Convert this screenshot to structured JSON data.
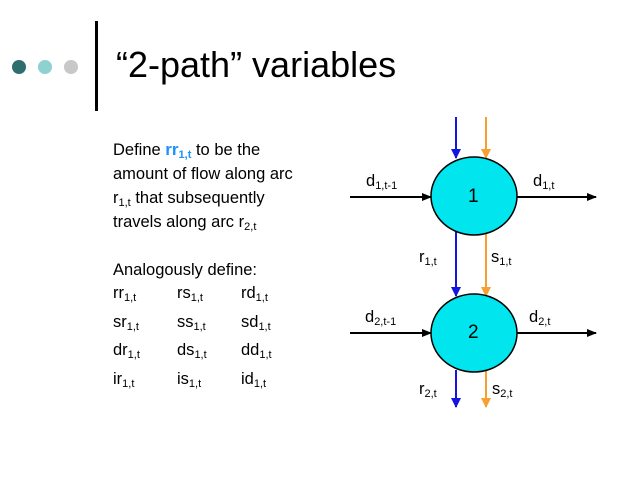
{
  "colors": {
    "dot1": "#2e6e6e",
    "dot2": "#8fd0d0",
    "dot3": "#c8c8c8",
    "node_fill": "#00e5ee",
    "arrow_black": "#000000",
    "arrow_blue": "#1515e0",
    "arrow_orange": "#f5a030",
    "highlight": "#1e90ff"
  },
  "title": "“2-path” variables",
  "definition": {
    "word_define": "Define",
    "var_main": "rr",
    "var_sub": "1,t",
    "line1_rest": "to be the",
    "line2": "amount of flow along arc",
    "line3_arc": "r",
    "line3_arc_sub": "1,t",
    "line3_rest": "that subsequently",
    "line4_pre": "travels along arc r",
    "line4_sub": "2,t"
  },
  "analog": {
    "heading": "Analogously define:",
    "rows": [
      [
        {
          "v": "rr",
          "s": "1,t"
        },
        {
          "v": "rs",
          "s": "1,t"
        },
        {
          "v": "rd",
          "s": "1,t"
        }
      ],
      [
        {
          "v": "sr",
          "s": "1,t"
        },
        {
          "v": "ss",
          "s": "1,t"
        },
        {
          "v": "sd",
          "s": "1,t"
        }
      ],
      [
        {
          "v": "dr",
          "s": "1,t"
        },
        {
          "v": "ds",
          "s": "1,t"
        },
        {
          "v": "dd",
          "s": "1,t"
        }
      ],
      [
        {
          "v": "ir",
          "s": "1,t"
        },
        {
          "v": "is",
          "s": "1,t"
        },
        {
          "v": "id",
          "s": "1,t"
        }
      ]
    ]
  },
  "diagram": {
    "node1": "1",
    "node2": "2",
    "labels": {
      "d_in_1": {
        "v": "d",
        "s": "1,t-1"
      },
      "d_out_1": {
        "v": "d",
        "s": "1,t"
      },
      "r_1": {
        "v": "r",
        "s": "1,t"
      },
      "s_1": {
        "v": "s",
        "s": "1,t"
      },
      "d_in_2": {
        "v": "d",
        "s": "2,t-1"
      },
      "d_out_2": {
        "v": "d",
        "s": "2,t"
      },
      "r_2": {
        "v": "r",
        "s": "2,t"
      },
      "s_2": {
        "v": "s",
        "s": "2,t"
      }
    }
  }
}
